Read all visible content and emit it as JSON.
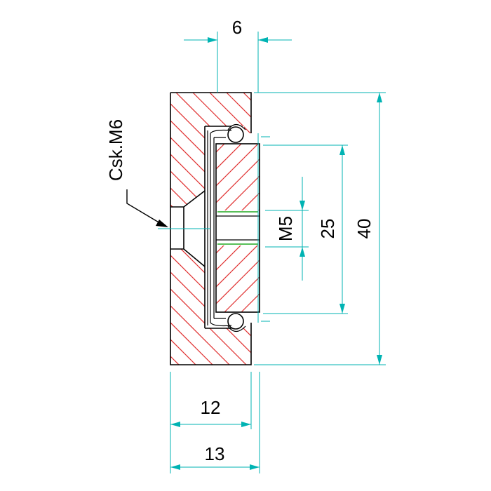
{
  "dimensions": {
    "top_width": "6",
    "bottom_inner": "12",
    "bottom_outer": "13",
    "height_overall": "40",
    "height_inner": "25",
    "thread": "M5"
  },
  "callout": {
    "countersink": "Csk.M6"
  },
  "colors": {
    "dimension": "#00b3b3",
    "hatch": "#e03030",
    "outline": "#000000",
    "thread_line": "#22aa22"
  }
}
